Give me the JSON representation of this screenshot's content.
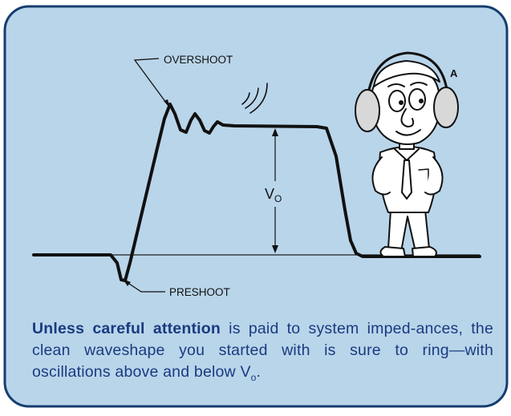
{
  "figure": {
    "labels": {
      "overshoot": "OVERSHOOT",
      "preshoot": "PRESHOOT",
      "amplitude_main": "V",
      "amplitude_sub": "O"
    },
    "character_tag": "A"
  },
  "caption": {
    "bold_lead": "Unless careful attention",
    "body": " is paid to system imped-ances, the clean waveshape you started with is sure to ring—with oscillations above and below V",
    "subscript": "o",
    "end": "."
  },
  "colors": {
    "panel_fill": "#b9d5ea",
    "panel_border": "#173d6f",
    "ink": "#111111",
    "caption_text": "#1a3a80",
    "earmuff": "#d8d8d8"
  },
  "icons": [
    "headphones-character",
    "sound-waves"
  ]
}
